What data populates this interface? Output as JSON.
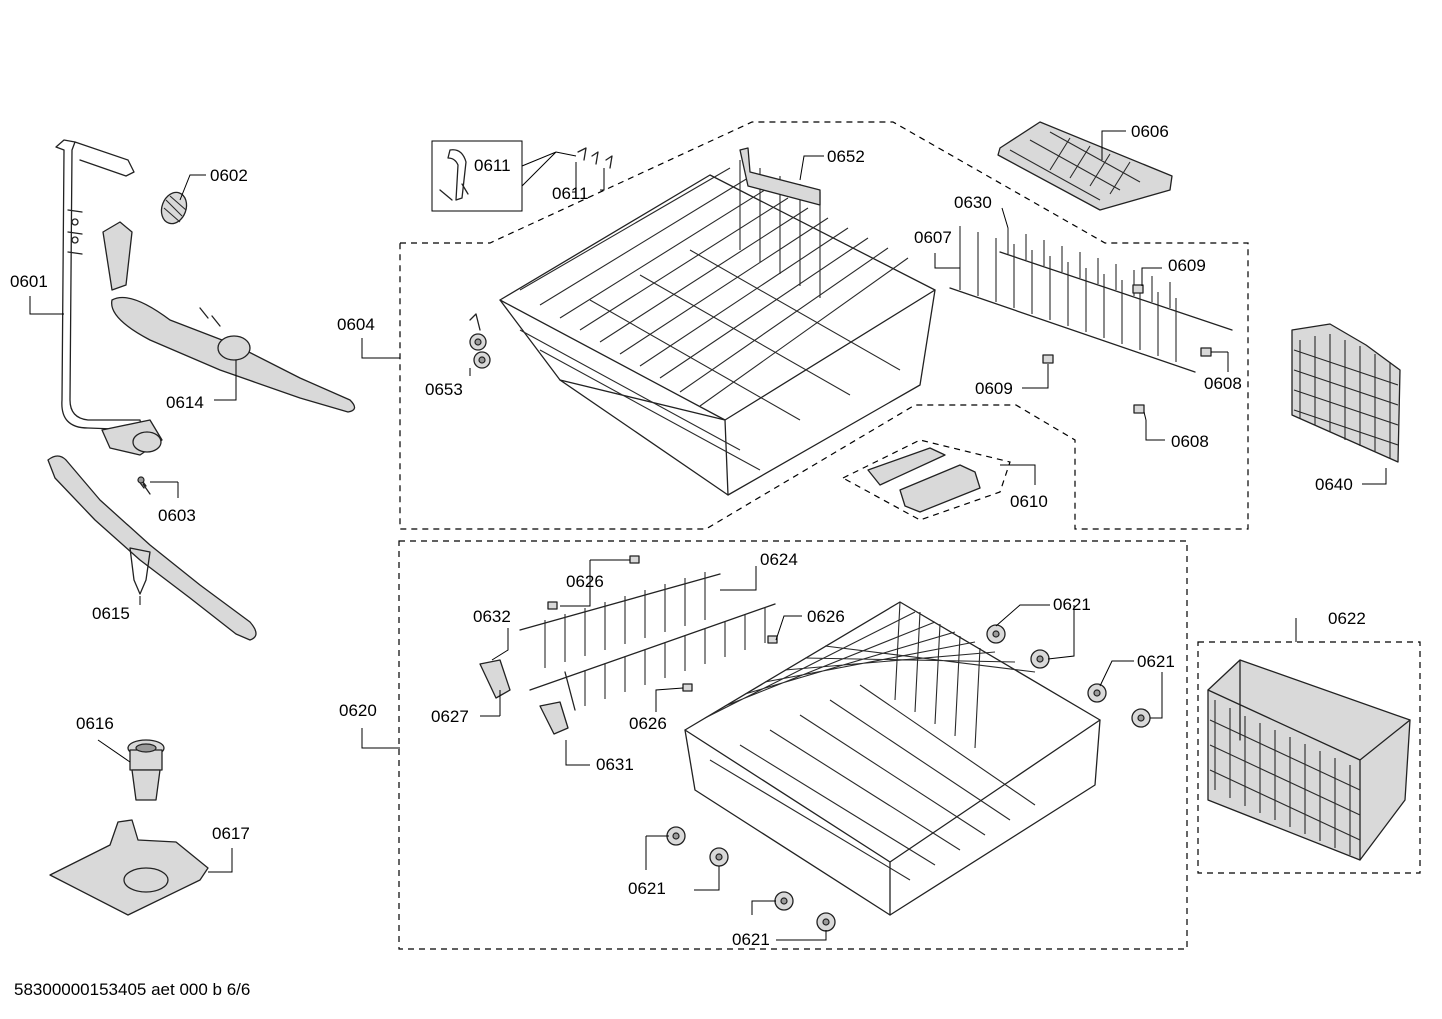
{
  "document_id": "58300000153405 aet 000 b 6/6",
  "labels": [
    {
      "id": "0601",
      "text": "0601"
    },
    {
      "id": "0602",
      "text": "0602"
    },
    {
      "id": "0603",
      "text": "0603"
    },
    {
      "id": "0604",
      "text": "0604"
    },
    {
      "id": "0606",
      "text": "0606"
    },
    {
      "id": "0607",
      "text": "0607"
    },
    {
      "id": "0608a",
      "text": "0608"
    },
    {
      "id": "0608b",
      "text": "0608"
    },
    {
      "id": "0609a",
      "text": "0609"
    },
    {
      "id": "0609b",
      "text": "0609"
    },
    {
      "id": "0610",
      "text": "0610"
    },
    {
      "id": "0611a",
      "text": "0611"
    },
    {
      "id": "0611b",
      "text": "0611"
    },
    {
      "id": "0614",
      "text": "0614"
    },
    {
      "id": "0615",
      "text": "0615"
    },
    {
      "id": "0616",
      "text": "0616"
    },
    {
      "id": "0617",
      "text": "0617"
    },
    {
      "id": "0620",
      "text": "0620"
    },
    {
      "id": "0621a",
      "text": "0621"
    },
    {
      "id": "0621b",
      "text": "0621"
    },
    {
      "id": "0621c",
      "text": "0621"
    },
    {
      "id": "0621d",
      "text": "0621"
    },
    {
      "id": "0622",
      "text": "0622"
    },
    {
      "id": "0624",
      "text": "0624"
    },
    {
      "id": "0626a",
      "text": "0626"
    },
    {
      "id": "0626b",
      "text": "0626"
    },
    {
      "id": "0626c",
      "text": "0626"
    },
    {
      "id": "0627",
      "text": "0627"
    },
    {
      "id": "0630",
      "text": "0630"
    },
    {
      "id": "0631",
      "text": "0631"
    },
    {
      "id": "0632",
      "text": "0632"
    },
    {
      "id": "0640",
      "text": "0640"
    },
    {
      "id": "0652",
      "text": "0652"
    },
    {
      "id": "0653",
      "text": "0653"
    }
  ]
}
